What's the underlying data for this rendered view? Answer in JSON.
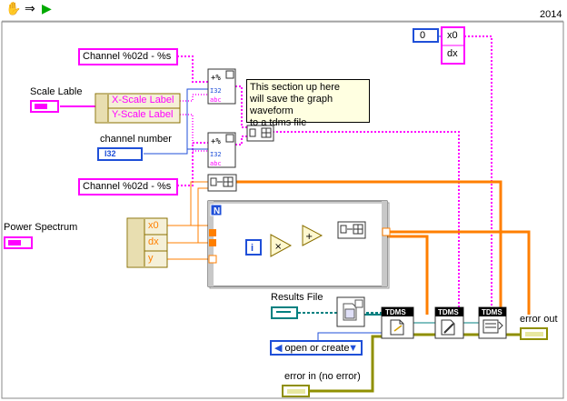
{
  "window": {
    "year": "2014"
  },
  "toolbar": {
    "hand_icon": "hand-icon",
    "arrow_icon": "arrow-right-icon",
    "probe_icon": "probe-icon"
  },
  "labels": {
    "scale_lable": "Scale Lable",
    "channel_number": "channel number",
    "power_spectrum": "Power Spectrum",
    "results_file": "Results File",
    "error_out": "error out",
    "error_in": "error in (no error)"
  },
  "constants": {
    "format_top": "Channel %02d - %s",
    "format_bottom": "Channel %02d - %s",
    "zero_const": "0",
    "i32_tag": "I32",
    "enum_value": "open or create",
    "for_loop_n": "N",
    "for_loop_i": "i"
  },
  "clusters": {
    "scale_unbundle": {
      "items": [
        "X-Scale Label",
        "Y-Scale Label"
      ]
    },
    "waveform_unbundle": {
      "items": [
        "x0",
        "dx",
        "y"
      ]
    },
    "waveform_bundle": {
      "items": [
        "x0",
        "dx"
      ]
    }
  },
  "comment": {
    "lines": [
      "This section up here",
      "will save the graph waveform",
      "to a tdms file"
    ]
  },
  "tdms": {
    "label": "TDMS"
  },
  "colors": {
    "string_wire": "#ff00ff",
    "numeric_wire": "#ff7f00",
    "integer_wire": "#1f4fd8",
    "error_wire": "#8f8f00",
    "path_wire": "#008080"
  }
}
